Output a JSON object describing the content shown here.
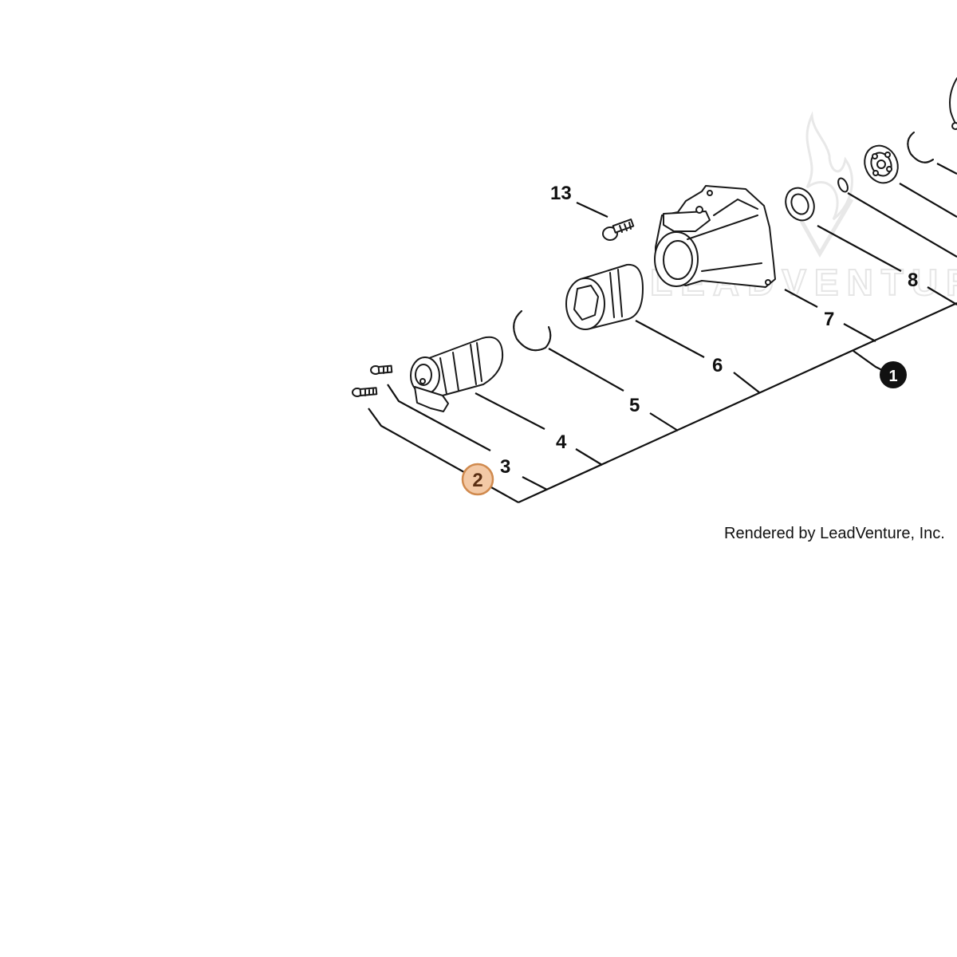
{
  "diagram": {
    "callouts": {
      "c1": "1",
      "c2": "2",
      "c3": "3",
      "c4": "4",
      "c5": "5",
      "c6": "6",
      "c7": "7",
      "c8": "8",
      "c13": "13"
    },
    "highlighted_callout": "2",
    "watermark": "LEADVENTURE",
    "credit": "Rendered by LeadVenture, Inc.",
    "colors": {
      "line": "#111111",
      "highlight_fill": "#f3c9a6",
      "highlight_stroke": "#d08a4e",
      "badge_fill": "#111111",
      "watermark": "#e6e6e6"
    }
  }
}
